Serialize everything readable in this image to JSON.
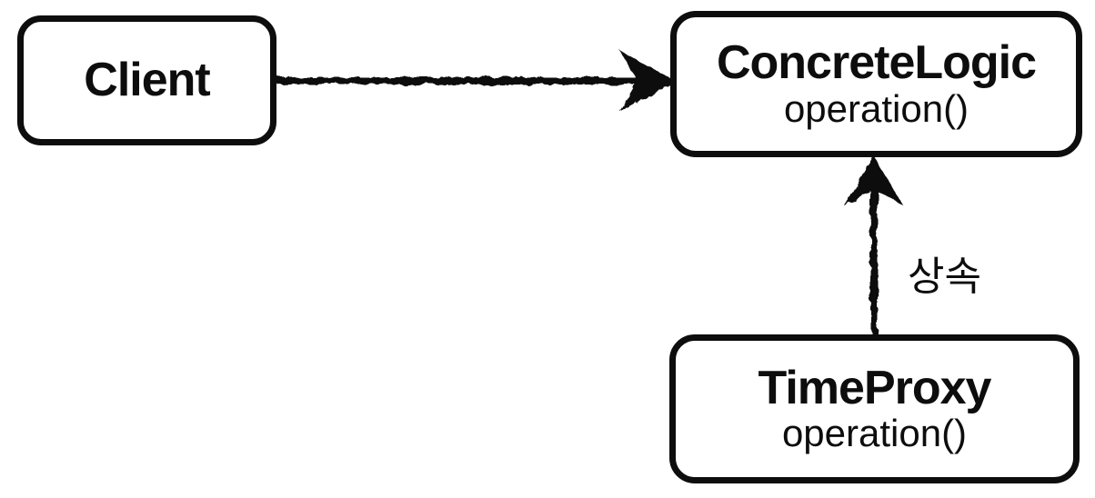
{
  "diagram": {
    "background_color": "#ffffff",
    "stroke_color": "#0d0d0d",
    "nodes": [
      {
        "id": "client",
        "title": "Client",
        "method": ""
      },
      {
        "id": "concrete-logic",
        "title": "ConcreteLogic",
        "method": "operation()"
      },
      {
        "id": "time-proxy",
        "title": "TimeProxy",
        "method": "operation()"
      }
    ],
    "edges": [
      {
        "from": "client",
        "to": "concrete-logic",
        "label": "",
        "direction": "right"
      },
      {
        "from": "time-proxy",
        "to": "concrete-logic",
        "label": "상속",
        "direction": "up"
      }
    ]
  }
}
